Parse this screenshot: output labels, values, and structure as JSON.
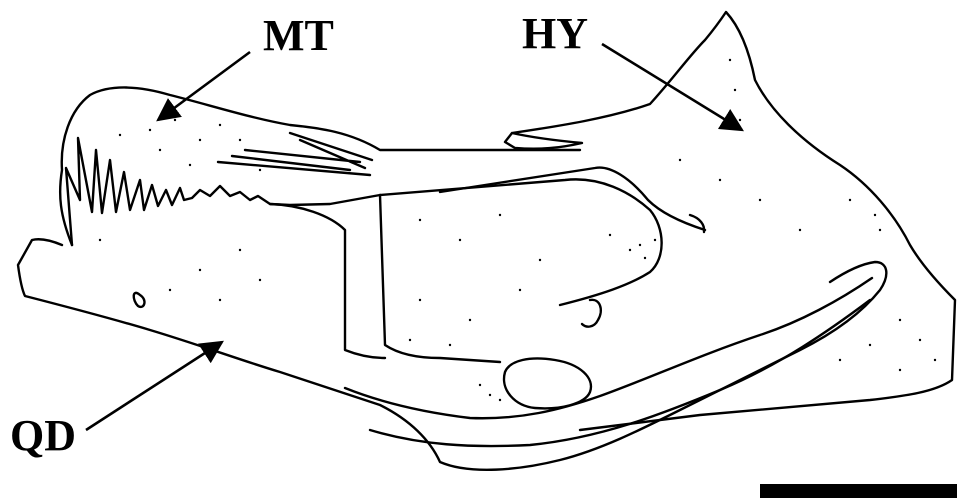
{
  "labels": {
    "mt": "MT",
    "hy": "HY",
    "qd": "QD"
  },
  "colors": {
    "ink": "#000000",
    "paper": "#ffffff"
  }
}
